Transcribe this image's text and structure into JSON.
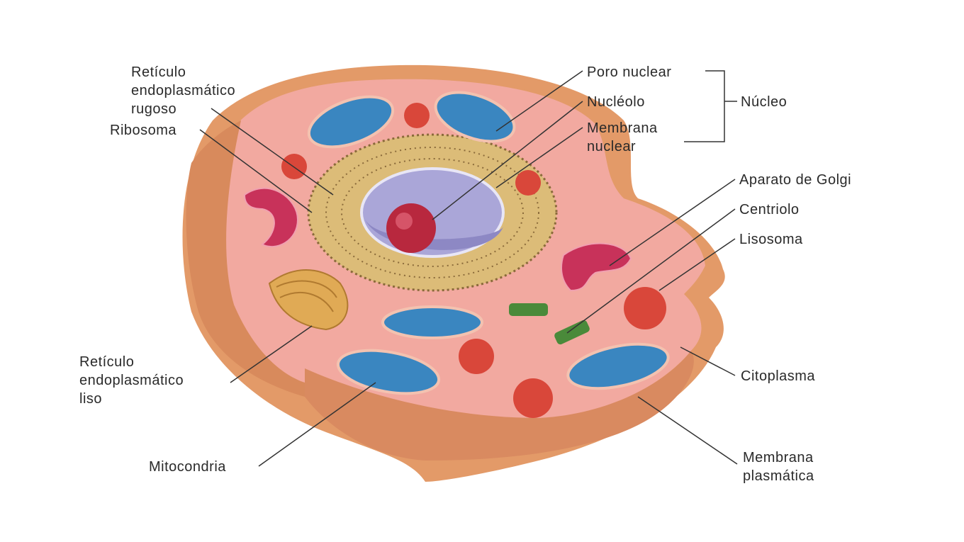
{
  "diagram": {
    "title_visible": false,
    "labels": {
      "rer": [
        "Retículo",
        "endoplasmático",
        "rugoso"
      ],
      "ribosoma": "Ribosoma",
      "poro_nuclear": "Poro nuclear",
      "nucleolo": "Nucléolo",
      "membrana_nuclear": [
        "Membrana",
        "nuclear"
      ],
      "nucleo": "Núcleo",
      "golgi": "Aparato de Golgi",
      "centriolo": "Centriolo",
      "lisosoma": "Lisosoma",
      "rel": [
        "Retículo",
        "endoplasmático",
        "liso"
      ],
      "citoplasma": "Citoplasma",
      "mitocondria": "Mitocondria",
      "membrana_plasmatica": [
        "Membrana",
        "plasmática"
      ]
    },
    "colors": {
      "membrane": "#e8a070",
      "cytoplasm": "#f2aaa0",
      "mitochondria": "#3a86c0",
      "lysosome": "#d9473a",
      "golgi": "#c8325a",
      "nucleus": "#b8b4e0",
      "er": "#d9b870"
    }
  }
}
